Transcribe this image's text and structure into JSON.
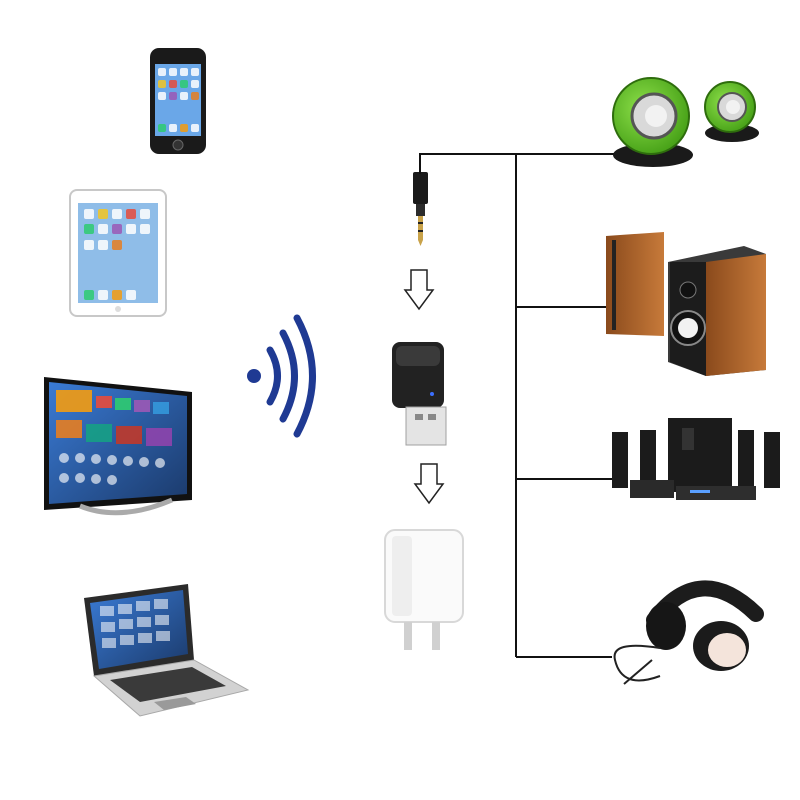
{
  "diagram": {
    "kind": "bluetooth-audio-connection",
    "sources": [
      {
        "id": "smartphone",
        "icon": "smartphone-icon"
      },
      {
        "id": "tablet",
        "icon": "tablet-icon"
      },
      {
        "id": "television",
        "icon": "tv-icon"
      },
      {
        "id": "laptop",
        "icon": "laptop-icon"
      }
    ],
    "center": [
      {
        "id": "aux-plug",
        "icon": "audio-jack-icon"
      },
      {
        "id": "bluetooth-adapter",
        "icon": "usb-adapter-icon"
      },
      {
        "id": "power-adapter",
        "icon": "power-plug-icon"
      }
    ],
    "outputs": [
      {
        "id": "pc-speakers",
        "icon": "speaker-icon"
      },
      {
        "id": "bookshelf-speakers",
        "icon": "bookshelf-speaker-icon"
      },
      {
        "id": "home-theater",
        "icon": "home-theater-icon"
      },
      {
        "id": "headphones",
        "icon": "headphones-icon"
      }
    ],
    "colors": {
      "wireless_wave": "#1f3a93",
      "speaker_green": "#5cc21f",
      "wood": "#b5651d",
      "line": "#111111"
    }
  }
}
